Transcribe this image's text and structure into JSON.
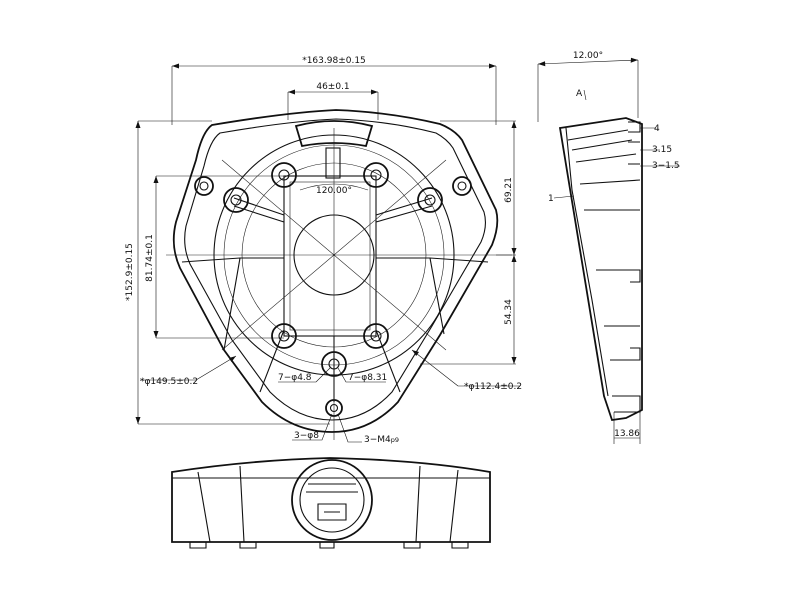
{
  "dimensions": {
    "overall_width": "*163.98±0.15",
    "hole_spacing": "46±0.1",
    "overall_height": "*152.9±0.15",
    "inner_height": "81.74±0.1",
    "upper_offset": "69.21",
    "lower_offset": "54.34",
    "angle_center": "120.00°",
    "dia_outer": "*φ149.5±0.2",
    "dia_inner": "*φ112.4±0.2",
    "holes_small": "7−φ4.8",
    "holes_large": "7−φ8.31",
    "holes_3": "3−φ8",
    "thread_3": "3−M4",
    "thread_suffix": "p9"
  },
  "side_view": {
    "angle": "12.00°",
    "section_mark": "A",
    "dim_4": "4",
    "dim_315": "3.15",
    "dim_315b": "3−1.5",
    "dim_1": "1",
    "dim_bottom": "13.86"
  }
}
